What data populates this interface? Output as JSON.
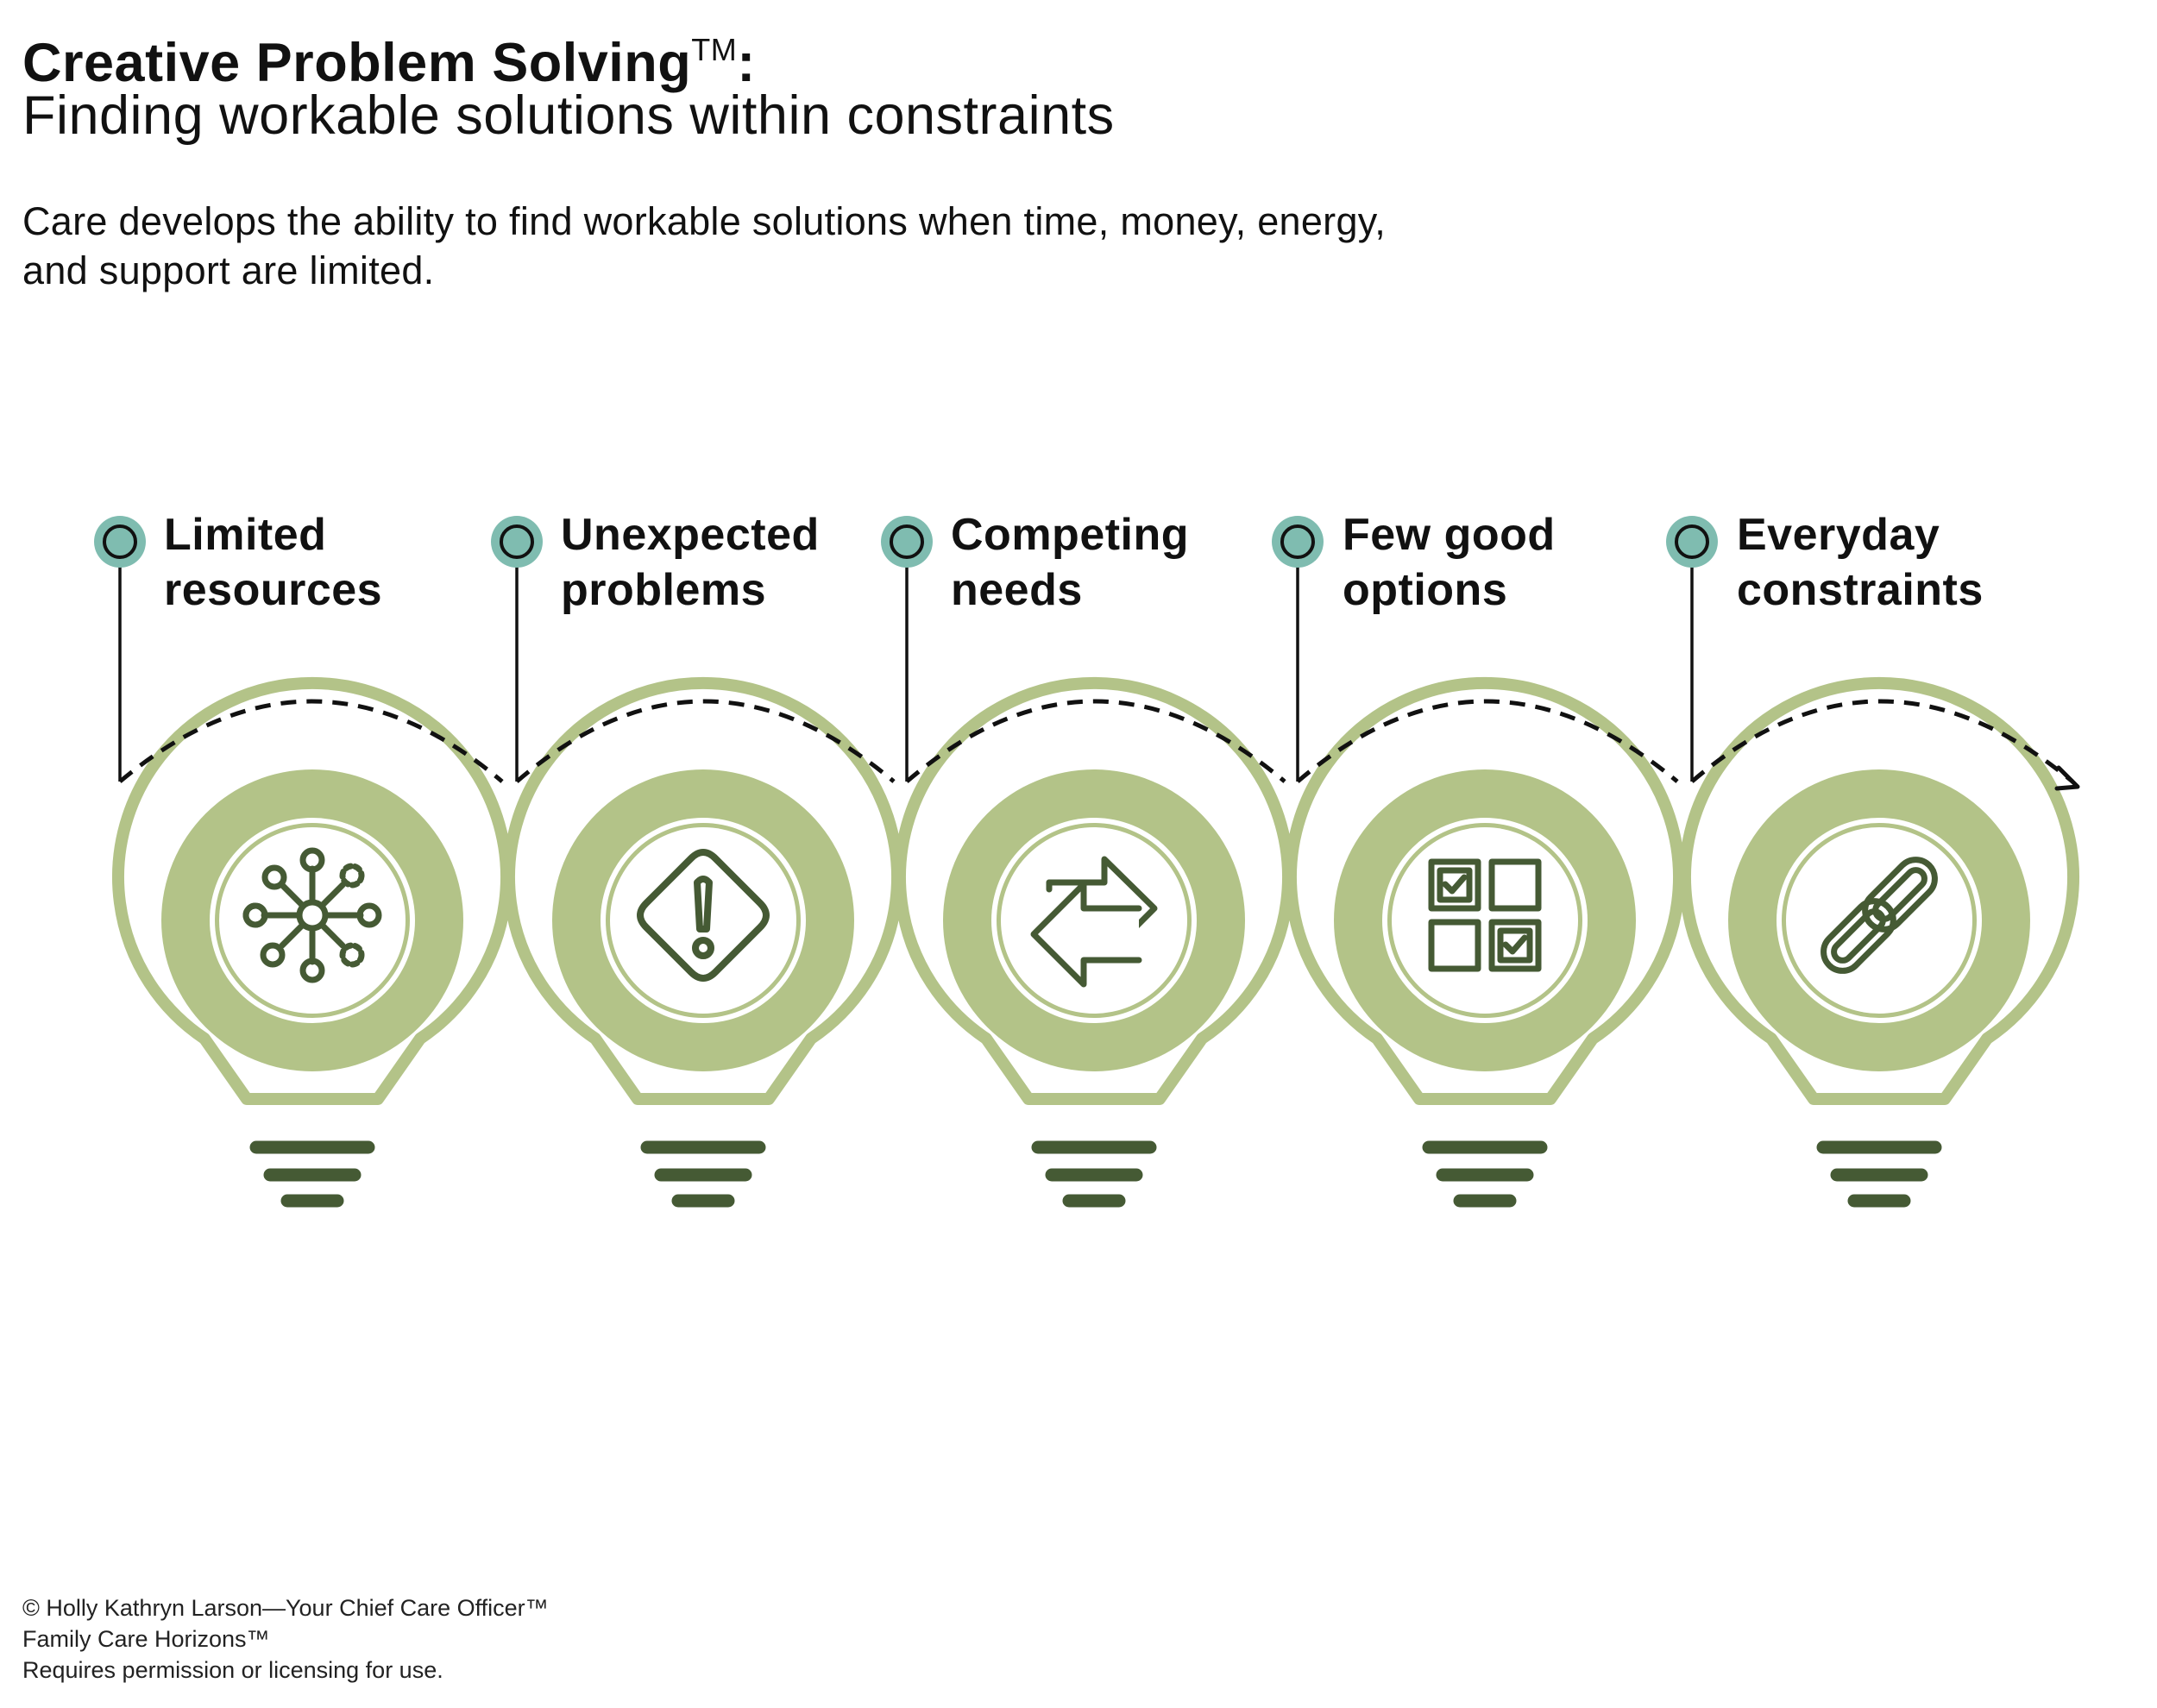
{
  "header": {
    "title": "Creative Problem Solving",
    "title_mark": "TM",
    "title_colon": ":",
    "subtitle": "Finding workable solutions within constraints",
    "intro_line_1": "Care develops the ability to find workable solutions when time, money, energy,",
    "intro_line_2": "and support are limited."
  },
  "steps": [
    {
      "label_line_1": "Limited",
      "label_line_2": "resources",
      "icon": "network-hub-icon"
    },
    {
      "label_line_1": "Unexpected",
      "label_line_2": "problems",
      "icon": "warning-diamond-icon"
    },
    {
      "label_line_1": "Competing",
      "label_line_2": "needs",
      "icon": "swap-arrows-icon"
    },
    {
      "label_line_1": "Few good",
      "label_line_2": "options",
      "icon": "checkbox-grid-icon"
    },
    {
      "label_line_1": "Everyday",
      "label_line_2": "constraints",
      "icon": "chain-link-icon"
    }
  ],
  "colors": {
    "bulb_outline": "#b3c388",
    "bulb_disk": "#b3c388",
    "icon_stroke": "#455a34",
    "bulb_base": "#455a34",
    "marker_teal": "#7fbcb0",
    "connector": "#111111"
  },
  "footer": {
    "line_1": "© Holly Kathryn Larson—Your Chief Care Officer™",
    "line_2": "Family Care Horizons™",
    "line_3": "Requires permission or licensing for use."
  }
}
